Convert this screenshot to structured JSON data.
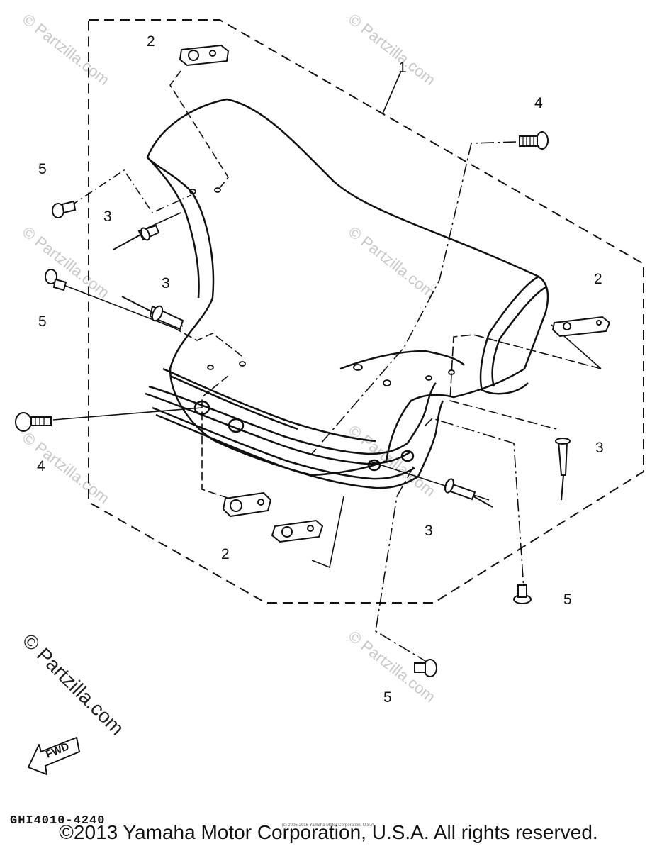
{
  "diagram": {
    "code": "GHI4010-4240",
    "copyright": "©2013 Yamaha Motor Corporation, U.S.A. All rights reserved.",
    "tiny_copyright": "(c) 2005-2016 Yamaha Motor Corporation, U.S.A.",
    "fwd_label": "FWD",
    "watermark": "© Partzilla.com",
    "callouts": {
      "c1": "1",
      "c2a": "2",
      "c2b": "2",
      "c2c": "2",
      "c3a": "3",
      "c3b": "3",
      "c3c": "3",
      "c3d": "3",
      "c4a": "4",
      "c4b": "4",
      "c5a": "5",
      "c5b": "5",
      "c5c": "5",
      "c5d": "5"
    }
  }
}
